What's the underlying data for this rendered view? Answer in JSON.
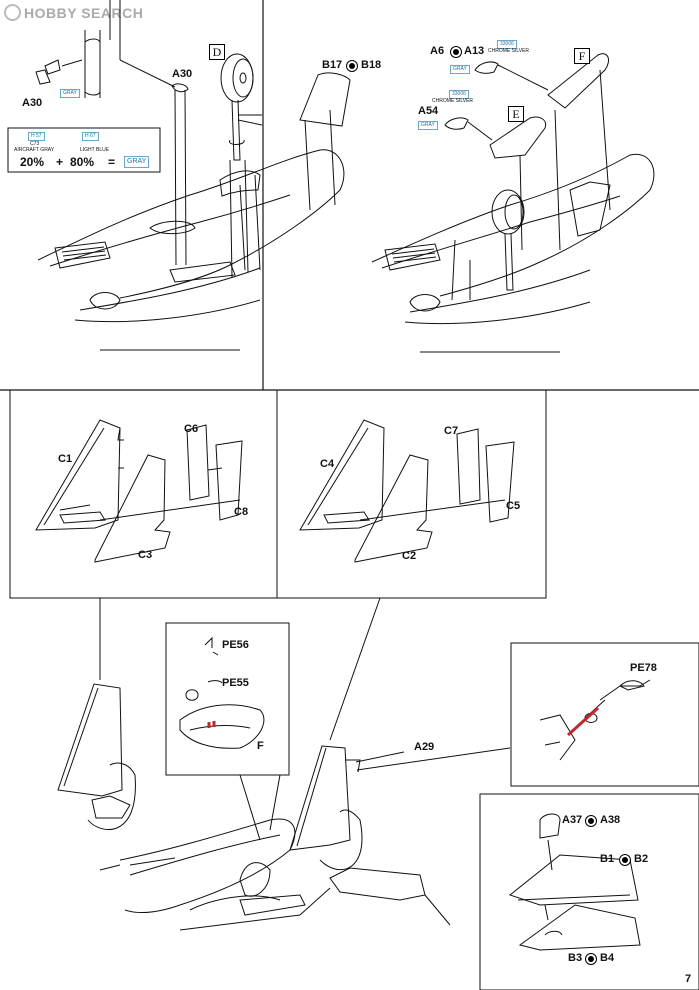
{
  "watermark": "HOBBY SEARCH",
  "page_number": "7",
  "top_left": {
    "step_letter": "D",
    "labels": {
      "a30_left": "A30",
      "a30_top": "A30",
      "b17": "B17",
      "b18": "B18"
    },
    "color_gray": "GRAY",
    "mix": {
      "h57": "H 57",
      "c73": "C73",
      "aircraft_gray": "AIRCRAFT GRAY",
      "h67": "H 67",
      "light_blue": "LIGHT BLUE",
      "pct1": "20%",
      "plus": "+",
      "pct2": "80%",
      "equals": "=",
      "result": "GRAY"
    }
  },
  "top_right": {
    "step_letter_f": "F",
    "step_letter_e": "E",
    "labels": {
      "a6": "A6",
      "a13": "A13",
      "a54": "A54"
    },
    "chrome_code": "33006",
    "chrome_silver": "CHROME SILVER",
    "gray": "GRAY"
  },
  "middle": {
    "left_labels": {
      "c1": "C1",
      "c3": "C3",
      "c6": "C6",
      "c8": "C8"
    },
    "right_labels": {
      "c4": "C4",
      "c2": "C2",
      "c7": "C7",
      "c5": "C5"
    }
  },
  "bottom": {
    "pe56": "PE56",
    "pe55": "PE55",
    "f": "F",
    "a29": "A29",
    "pe78": "PE78",
    "a37": "A37",
    "a38": "A38",
    "b1": "B1",
    "b2": "B2",
    "b3": "B3",
    "b4": "B4"
  },
  "colors": {
    "line": "#111111",
    "callout_blue": "#6aa7cc",
    "accent_red": "#c0292b"
  }
}
